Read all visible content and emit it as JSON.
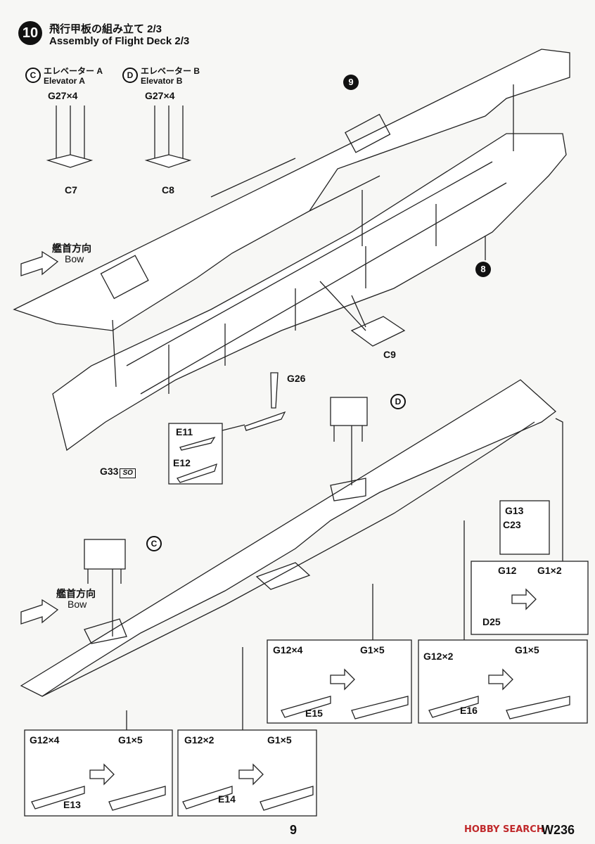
{
  "header": {
    "step_number": "10",
    "title_jp": "飛行甲板の組み立て 2/3",
    "title_en": "Assembly of Flight Deck 2/3"
  },
  "elevators": {
    "a_letter": "C",
    "a_jp": "エレベーター A",
    "a_en": "Elevator A",
    "b_letter": "D",
    "b_jp": "エレベーター B",
    "b_en": "Elevator B",
    "a_qty": "G27×4",
    "b_qty": "G27×4",
    "a_part": "C7",
    "b_part": "C8"
  },
  "bow_label_1": {
    "jp": "艦首方向",
    "en": "Bow"
  },
  "bow_label_2": {
    "jp": "艦首方向",
    "en": "Bow"
  },
  "subassemblies": {
    "nine": "9",
    "eight": "8"
  },
  "parts": {
    "c9": "C9",
    "g26": "G26",
    "e11": "E11",
    "e12": "E12",
    "g33": "G33",
    "g33_tag": "SO",
    "d_marker": "D",
    "c_marker": "C",
    "g13": "G13",
    "c23": "C23"
  },
  "box_d25": {
    "in_part": "G12",
    "out_qty": "G1×2",
    "base": "D25"
  },
  "box_e15": {
    "in_qty": "G12×4",
    "out_qty": "G1×5",
    "base": "E15"
  },
  "box_e16": {
    "in_qty": "G12×2",
    "out_qty": "G1×5",
    "base": "E16"
  },
  "box_e13": {
    "in_qty": "G12×4",
    "out_qty": "G1×5",
    "base": "E13"
  },
  "box_e14": {
    "in_qty": "G12×2",
    "out_qty": "G1×5",
    "base": "E14"
  },
  "footer": {
    "page_number": "9",
    "product_code": "W236",
    "watermark": "HOBBY SEARCH"
  }
}
